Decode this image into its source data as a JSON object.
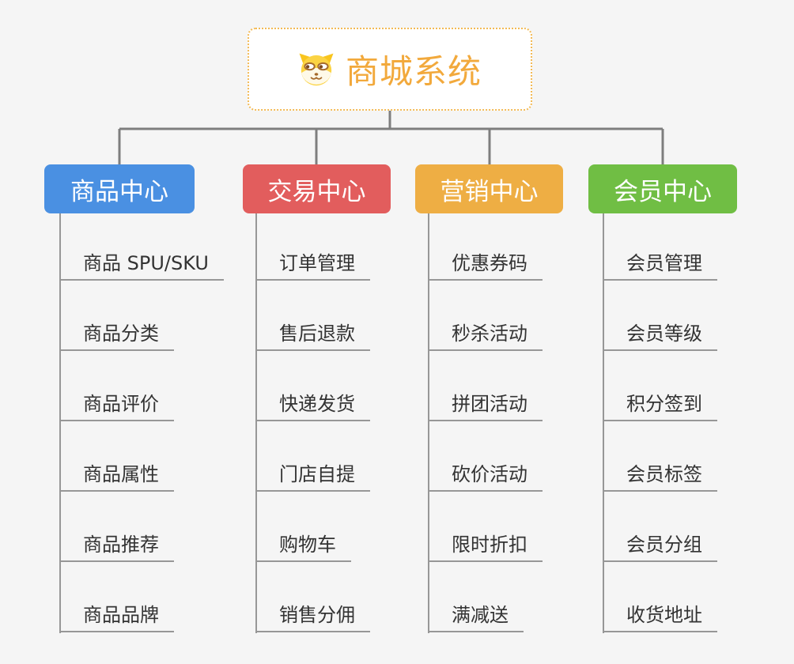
{
  "canvas": {
    "bg": "#F5F5F5",
    "connector_color": "#7E7E7E",
    "leaf_line_color": "#979797",
    "leaf_text_color": "#333333"
  },
  "root": {
    "title": "商城系统",
    "icon": "shiba-dog-icon",
    "text_color": "#F2A93C",
    "border_color": "#F3BA55"
  },
  "branches": [
    {
      "label": "商品中心",
      "color": "#4A90E2",
      "children": [
        "商品 SPU/SKU",
        "商品分类",
        "商品评价",
        "商品属性",
        "商品推荐",
        "商品品牌"
      ]
    },
    {
      "label": "交易中心",
      "color": "#E25D5D",
      "children": [
        "订单管理",
        "售后退款",
        "快递发货",
        "门店自提",
        "购物车",
        "销售分佣"
      ]
    },
    {
      "label": "营销中心",
      "color": "#EEAE44",
      "children": [
        "优惠券码",
        "秒杀活动",
        "拼团活动",
        "砍价活动",
        "限时折扣",
        "满减送"
      ]
    },
    {
      "label": "会员中心",
      "color": "#70BE44",
      "children": [
        "会员管理",
        "会员等级",
        "积分签到",
        "会员标签",
        "会员分组",
        "收货地址"
      ]
    }
  ]
}
